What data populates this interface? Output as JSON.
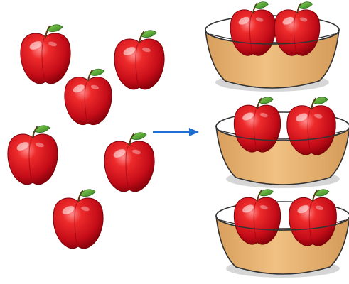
{
  "scene": {
    "loose_apples": {
      "count": 6
    },
    "arrow": {
      "direction": "right"
    },
    "bowls": [
      {
        "apples": 2
      },
      {
        "apples": 2
      },
      {
        "apples": 2
      }
    ]
  },
  "colors": {
    "apple_red": "#d0121c",
    "apple_dark": "#7a0008",
    "leaf_green": "#3f9b2a",
    "bowl_tan": "#e8b574",
    "bowl_rim_white": "#ffffff",
    "arrow_blue": "#1f6fd6",
    "shadow_gray": "#d6d6d6"
  }
}
